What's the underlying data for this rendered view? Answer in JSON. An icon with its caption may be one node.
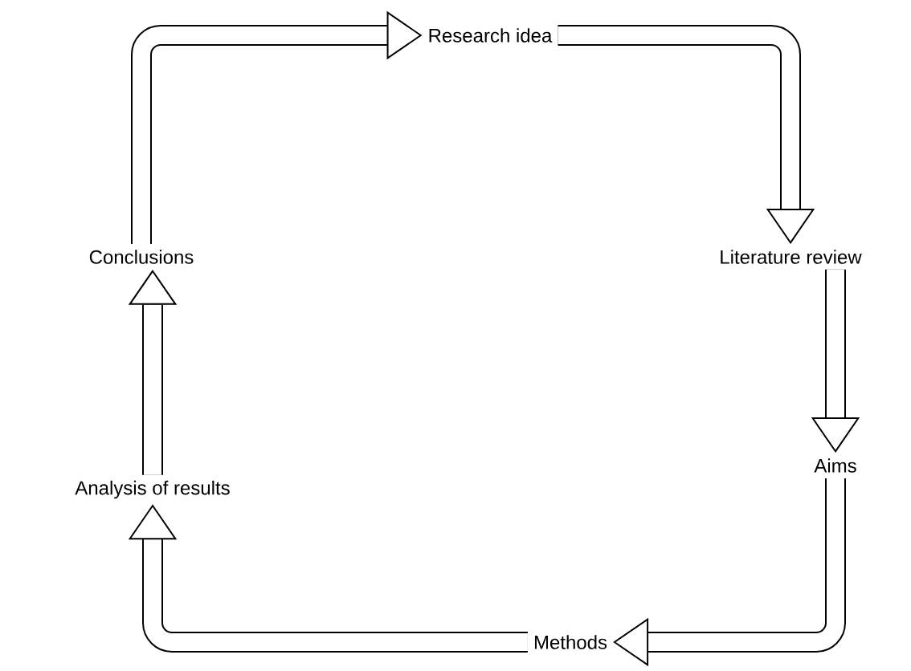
{
  "diagram": {
    "nodes": [
      {
        "text": [
          "Research idea"
        ]
      },
      {
        "text": [
          "Literature review"
        ]
      },
      {
        "text": [
          "Aims"
        ]
      },
      {
        "text": [
          "Methods"
        ]
      },
      {
        "text": [
          "Analysis of results"
        ]
      },
      {
        "text": [
          "Conclusions"
        ]
      }
    ],
    "edges": [
      {
        "from": 0,
        "to": 1,
        "arrow": "to"
      },
      {
        "from": 1,
        "to": 2,
        "arrow": "to"
      },
      {
        "from": 2,
        "to": 3,
        "arrow": "to"
      },
      {
        "from": 3,
        "to": 4,
        "arrow": "to"
      },
      {
        "from": 4,
        "to": 5,
        "arrow": "to"
      },
      {
        "from": 5,
        "to": 0,
        "arrow": "to"
      }
    ]
  }
}
